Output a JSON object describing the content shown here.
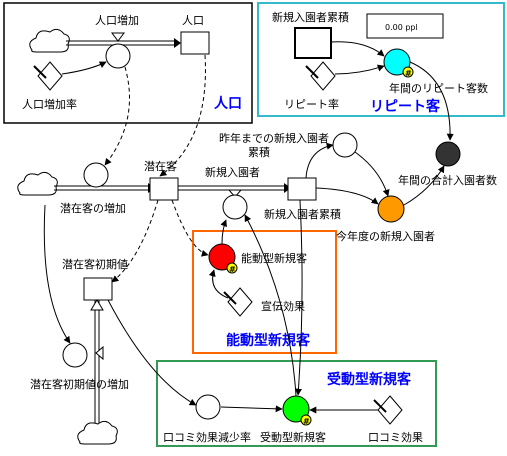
{
  "sections": {
    "population": "人口",
    "repeat": "リピート客",
    "active": "能動型新規客",
    "passive": "受動型新規客"
  },
  "display_value": "0.00 ppl",
  "labels": {
    "pop_increase": "人口増加",
    "population": "人口",
    "pop_increase_rate": "人口増加率",
    "new_cumulative": "新規入園者累積",
    "repeat_rate": "リピート率",
    "annual_repeat": "年間のリピート客数",
    "prev_year_new_cum_1": "昨年までの新規入園者",
    "prev_year_new_cum_2": "累積",
    "annual_total": "年間の合計入園者数",
    "potential": "潜在客",
    "new_visitors": "新規入園者",
    "potential_increase": "潜在客の増加",
    "new_visitor_cum": "新規入園者累積",
    "this_year_new": "今年度の新規入園者",
    "potential_initial": "潜在客初期値",
    "active_new": "能動型新規客",
    "pr_effect": "宣伝効果",
    "potential_initial_increase": "潜在客初期値の増加",
    "wom_decrease": "口コミ効果減少率",
    "passive_new": "受動型新規客",
    "wom_effect": "口コミ効果"
  },
  "colors": {
    "population_box": "#000000",
    "repeat_box": "#33bbcc",
    "active_box": "#ff6600",
    "passive_box": "#339955",
    "repeat_node": "#00ffff",
    "total_node": "#333333",
    "this_year_node": "#ff9900",
    "active_node": "#ff0000",
    "passive_node": "#00ff00",
    "flag": "#ffff00"
  }
}
